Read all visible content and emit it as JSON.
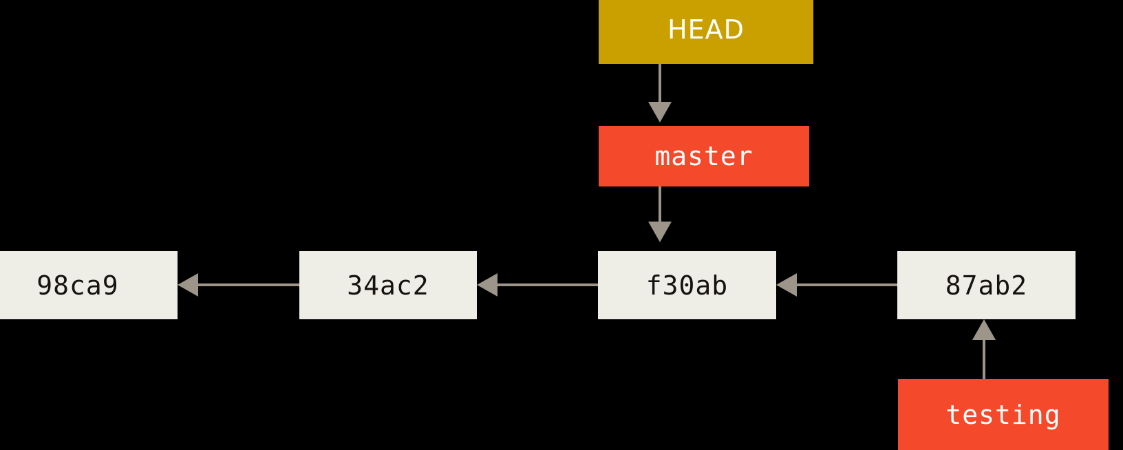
{
  "diagram": {
    "title": "git branch testing diagram",
    "background_color": "#000000",
    "edge_color": "#9d948a",
    "commit_box_color": "#efeee6",
    "commit_text_color": "#15120f",
    "branch_box_color": "#f4492a",
    "branch_text_color": "#ffffff",
    "head_box_color": "#c9a000",
    "head_text_color": "#ffffff"
  },
  "head": {
    "label": "HEAD"
  },
  "branches": [
    {
      "label": "master"
    },
    {
      "label": "testing"
    }
  ],
  "commits": [
    {
      "label": "98ca9"
    },
    {
      "label": "34ac2"
    },
    {
      "label": "f30ab"
    },
    {
      "label": "87ab2"
    }
  ],
  "edges": [
    {
      "name": "head-to-master",
      "direction": "down"
    },
    {
      "name": "master-to-f30ab",
      "direction": "down"
    },
    {
      "name": "34ac2-to-98ca9",
      "direction": "left"
    },
    {
      "name": "f30ab-to-34ac2",
      "direction": "left"
    },
    {
      "name": "87ab2-to-f30ab",
      "direction": "left"
    },
    {
      "name": "testing-to-87ab2",
      "direction": "up"
    }
  ]
}
